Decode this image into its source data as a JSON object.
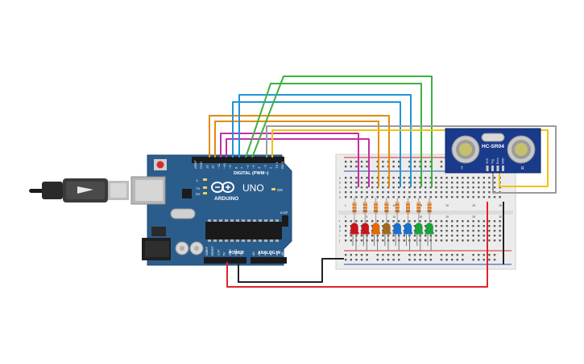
{
  "colors": {
    "background": "#ffffff",
    "board": "#2b5d8c",
    "board_dark": "#1e4a73",
    "breadboard": "#ececec",
    "rail_red": "#d8232a",
    "rail_blue": "#1f4fa3",
    "sensor_board": "#1a3a8c",
    "wire_orange": "#e38b0c",
    "wire_magenta": "#c32fa2",
    "wire_blue": "#1e96d8",
    "wire_green": "#3db13d",
    "wire_gray": "#9a9a9a",
    "wire_red": "#e0232a",
    "wire_black": "#222222",
    "wire_yellow": "#f2c10f"
  },
  "arduino": {
    "brand": "ARDUINO",
    "model": "UNO",
    "digital_header": "DIGITAL (PWM~)",
    "power_header": "POWER",
    "analog_header": "ANALOG IN",
    "icsp_label": "ICSP",
    "led_l": "L",
    "led_tx": "TX",
    "led_rx": "RX",
    "led_on": "ON",
    "digital_pins": [
      "AREF",
      "GND",
      "13",
      "12",
      "~11",
      "~10",
      "~9",
      "8",
      "7",
      "~6",
      "~5",
      "4",
      "~3",
      "2",
      "TX 1",
      "RX 0"
    ],
    "power_pins": [
      "IOREF",
      "RESET",
      "3.3V",
      "5V",
      "GND",
      "GND",
      "VIN"
    ],
    "analog_pins": [
      "A0",
      "A1",
      "A2",
      "A3",
      "A4",
      "A5"
    ]
  },
  "sensor": {
    "model": "HC-SR04",
    "pins": [
      "VCC",
      "Trig",
      "Echo",
      "GND"
    ],
    "left_mark": "T",
    "right_mark": "R"
  },
  "breadboard": {
    "column_numbers": [
      "1",
      "5",
      "10",
      "15",
      "20",
      "25",
      "30"
    ],
    "row_letters": [
      "a",
      "b",
      "c",
      "d",
      "e",
      "f",
      "g",
      "h",
      "i",
      "j"
    ]
  },
  "leds": [
    {
      "color": "#c8141a"
    },
    {
      "color": "#c8141a"
    },
    {
      "color": "#e26a00"
    },
    {
      "color": "#a36a1d"
    },
    {
      "color": "#1a6fd0"
    },
    {
      "color": "#1a6fd0"
    },
    {
      "color": "#1aa33b"
    },
    {
      "color": "#1aa33b"
    }
  ]
}
